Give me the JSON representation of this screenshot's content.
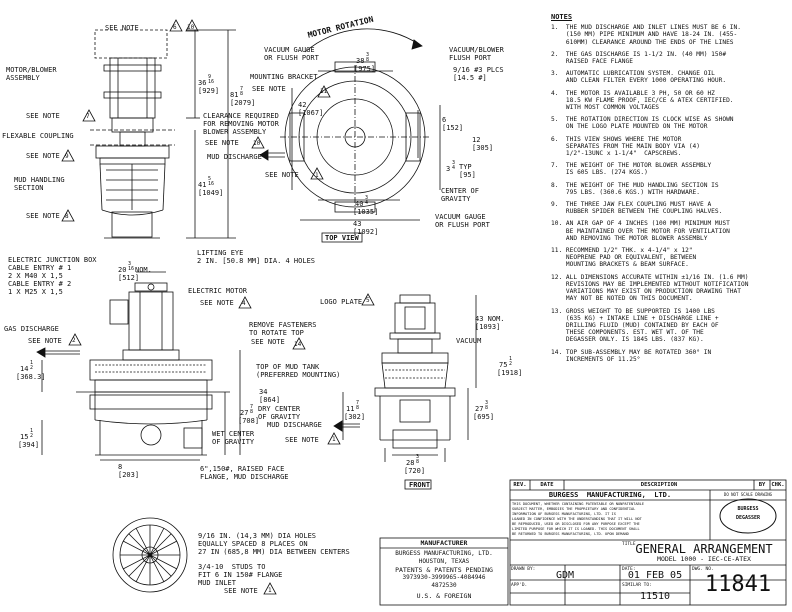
{
  "notes": {
    "heading": "NOTES",
    "items": [
      "1.  THE MUD DISCHARGE AND INLET LINES MUST BE 6 IN.\n    (150 MM) PIPE MINIMUM AND HAVE 18-24 IN. (455-\n    610MM) CLEARANCE AROUND THE ENDS OF THE LINES",
      "2.  THE GAS DISCHARGE IS 1-1/2 IN. (40 MM) 150# \n    RAISED FACE FLANGE",
      "3.  AUTOMATIC LUBRICATION SYSTEM. CHANGE OIL\n    AND CLEAN FILTER EVERY 1000 OPERATING HOUR.",
      "4.  THE MOTOR IS AVAILABLE 3 PH, 50 OR 60 HZ\n    18.5 KW FLAME PROOF, IEC/CE & ATEX CERTIFIED.\n    WITH MOST COMMON VOLTAGES",
      "5.  THE ROTATION DIRECTION IS CLOCK WISE AS SHOWN\n    ON THE LOGO PLATE MOUNTED ON THE MOTOR",
      "6.  THIS VIEW SHOWS WHERE THE MOTOR\n    SEPARATES FROM THE MAIN BODY VIA (4)\n    1/2\"-13UNC x 1-1/4\"  CAPSCREWS.",
      "7.  THE WEIGHT OF THE MOTOR BLOWER ASSEMBLY\n    IS 605 LBS. (274 KGS.)",
      "8.  THE WEIGHT OF THE MUD HANDLING SECTION IS\n    795 LBS. (360.6 KGS.) WITH HARDWARE.",
      "9.  THE THREE JAW FLEX COUPLING MUST HAVE A\n    RUBBER SPIDER BETWEEN THE COUPLING HALVES.",
      "10. AN AIR GAP OF 4 INCHES (100 MM) MINIMUM MUST\n    BE MAINTAINED OVER THE MOTOR FOR VENTILATION\n    AND REMOVING THE MOTOR BLOWER ASSEMBLY",
      "11. RECOMMEND 1/2\" THK. x 4-1/4\" x 12\"\n    NEOPRENE PAD OR EQUIVALENT, BETWEEN\n    MOUNTING BRACKETS & BEAM SURFACE.",
      "12. ALL DIMENSIONS ACCURATE WITHIN ±1/16 IN. (1.6 MM)\n    REVISIONS MAY BE IMPLEMENTED WITHOUT NOTIFICATION\n    VARIATIONS MAY EXIST ON PRODUCTION DRAWING THAT\n    MAY NOT BE NOTED ON THIS DOCUMENT.",
      "13. GROSS WEIGHT TO BE SUPPORTED IS 1400 LBS\n    (635 KG) + INTAKE LINE + DISCHARGE LINE +\n    DRILLING FLUID (MUD) CONTAINED BY EACH OF\n    THESE COMPONENTS. EST. WET WT. OF THE\n    DEGASSER ONLY. IS 1845 LBS. (837 KG).",
      "14. TOP SUB-ASSEMBLY MAY BE ROTATED 360° IN\n    INCREMENTS OF 11.25°"
    ]
  },
  "labels": {
    "see_note_top": "SEE NOTE",
    "motor_blower": "MOTOR/BLOWER\nASSEMBLY",
    "see_note": "SEE NOTE",
    "flex_coupling": "FLEXABLE COUPLING",
    "mud_handling": "MUD HANDLING\nSECTION",
    "clearance": "CLEARANCE REQUIRED\nFOR REMOVING MOTOR\nBLOWER ASSEMBLY",
    "dim_36": "36",
    "dim_36_frac": "9\n16",
    "dim_929": "[929]",
    "dim_81": "81",
    "dim_81_frac": "7\n8",
    "dim_2079": "[2079]",
    "dim_41": "41",
    "dim_41_frac": "5\n16",
    "dim_1049": "[1049]",
    "motor_rotation": "MOTOR ROTATION",
    "vac_gauge": "VACUUM GAUGE\nOR FLUSH PORT",
    "vac_blower": "VACUUM/BLOWER\nFLUSH PORT",
    "dim_38": "38",
    "dim_38_frac": "3\n8",
    "dim_975": "[975]",
    "holes": "9/16 #3 PLCS\n[14.5 #]",
    "mounting_bracket": "MOUNTING BRACKET",
    "dim_42": "42\n[1067]",
    "dim_6": "6\n[152]",
    "dim_12": "12\n[305]",
    "dim_3": "3",
    "dim_3_frac": "3\n4",
    "dim_typ": "TYP\n[95]",
    "mud_discharge": "MUD DISCHARGE",
    "center_gravity": "CENTER OF\nGRAVITY",
    "dim_40": "40",
    "dim_40_frac": "3\n4",
    "dim_1035": "[1035]",
    "dim_43": "43\n[1092]",
    "vac_gauge2": "VACUUM GAUGE\nOR FLUSH PORT",
    "top_view": "TOP VIEW",
    "lifting_eye": "LIFTING EYE\n2 IN. [50.8 MM] DIA. 4 HOLES",
    "junction_box": "ELECTRIC JUNCTION BOX\nCABLE ENTRY # 1\n2 X M40 X 1,5\nCABLE ENTRY # 2\n1 X M25 X 1,5",
    "dim_20": "20",
    "dim_20_frac": "3\n16",
    "dim_nom": "NOM.",
    "dim_512": "[512]",
    "electric_motor": "ELECTRIC MOTOR",
    "gas_discharge": "GAS DISCHARGE",
    "remove_fasteners": "REMOVE FASTENERS\nTO ROTATE TOP",
    "logo_plate": "LOGO PLATE",
    "vacuum": "VACUUM",
    "dim_43b": "43 NOM.\n[1093]",
    "dim_75": "75",
    "dim_75_frac": "1\n2",
    "dim_1918": "[1918]",
    "dim_14": "14",
    "dim_14_frac": "1\n2",
    "dim_368": "[368.3]",
    "top_mud_tank": "TOP OF MUD TANK\n(PREFERRED MOUNTING)",
    "dim_34": "34\n[864]",
    "dim_27a": "27",
    "dim_27a_frac": "7\n8",
    "dim_708": "[708]",
    "dry_cg": "DRY CENTER\nOF GRAVITY",
    "dim_27b": "27",
    "dim_27b_frac": "3\n8",
    "dim_695": "[695]",
    "dim_11": "11",
    "dim_11_frac": "7\n8",
    "dim_302": "[302]",
    "dim_15": "15",
    "dim_15_frac": "1\n2",
    "dim_394": "[394]",
    "wet_cg": "WET CENTER\nOF GRAVITY",
    "mud_discharge2": "MUD DISCHARGE",
    "dim_8": "8\n[203]",
    "flange": "6\",150#, RAISED FACE\nFLANGE, MUD DISCHARGE",
    "dim_28": "28",
    "dim_28_frac": "3\n8",
    "dim_720": "[720]",
    "front": "FRONT",
    "holes2": "9/16 IN. (14,3 MM) DIA HOLES\nEQUALLY SPACED 8 PLACES ON\n27 IN (685,8 MM) DIA BETWEEN CENTERS",
    "studs": "3/4-10  STUDS TO\nFIT 6 IN 150# FLANGE\nMUD INLET",
    "see_note_last": "SEE NOTE"
  },
  "note_flags": {
    "n1": "1",
    "n2": "2",
    "n4": "4",
    "n5": "5",
    "n6": "6",
    "n7": "7",
    "n8": "8",
    "n9": "9",
    "n10": "10",
    "n11": "11",
    "n14": "14"
  },
  "manufacturer": {
    "title": "MANUFACTURER",
    "name": "BURGESS MANUFACTURING, LTD.",
    "city": "HOUSTON, TEXAS",
    "patents": "PATENTS & PATENTS PENDING",
    "nums1": "3973930-3999965-4084946",
    "nums2": "4872530",
    "foreign": "U.S. & FOREIGN"
  },
  "titleblock": {
    "rev": "REV.",
    "date": "DATE",
    "description": "DESCRIPTION",
    "by": "BY",
    "chk": "CHK.",
    "company": "BURGESS  MANUFACTURING,  LTD.",
    "no_scale": "DO NOT SCALE DRAWING",
    "confidential": "THIS DOCUMENT, WHETHER CONTAINING PATENTABLE OR NONPATENTABLE\nSUBJECT MATTER, EMBODIES THE PROPRIETARY AND CONFIDENTIAL\nINFORMATION OF BURGESS MANUFACTURING, LTD. IT IS\nLOANED IN CONFIDENCE WITH THE UNDERSTANDING THAT IT WILL NOT\nBE REPRODUCED, USED OR DISCLOSED FOR ANY PURPOSE EXCEPT THE\nLIMITED PURPOSE FOR WHICH IT IS LOANED. THIS DOCUMENT SHALL\nBE RETURNED TO BURGESS MANUFACTURING, LTD. UPON DEMAND",
    "logo_text": "BURGESS\nDEGASSER",
    "title_label": "TITLE",
    "title": "GENERAL ARRANGEMENT",
    "model": "MODEL 1000 - IEC-CE-ATEX",
    "drawn_by_label": "DRAWN BY:",
    "drawn_by": "GDM",
    "date_label": "DATE:",
    "date_value": "01 FEB 05",
    "dwg_label": "DWG. NO.",
    "appd_label": "APP'D.",
    "similar_label": "SIMILAR TO:",
    "similar": "11510",
    "dwg_no": "11841"
  }
}
